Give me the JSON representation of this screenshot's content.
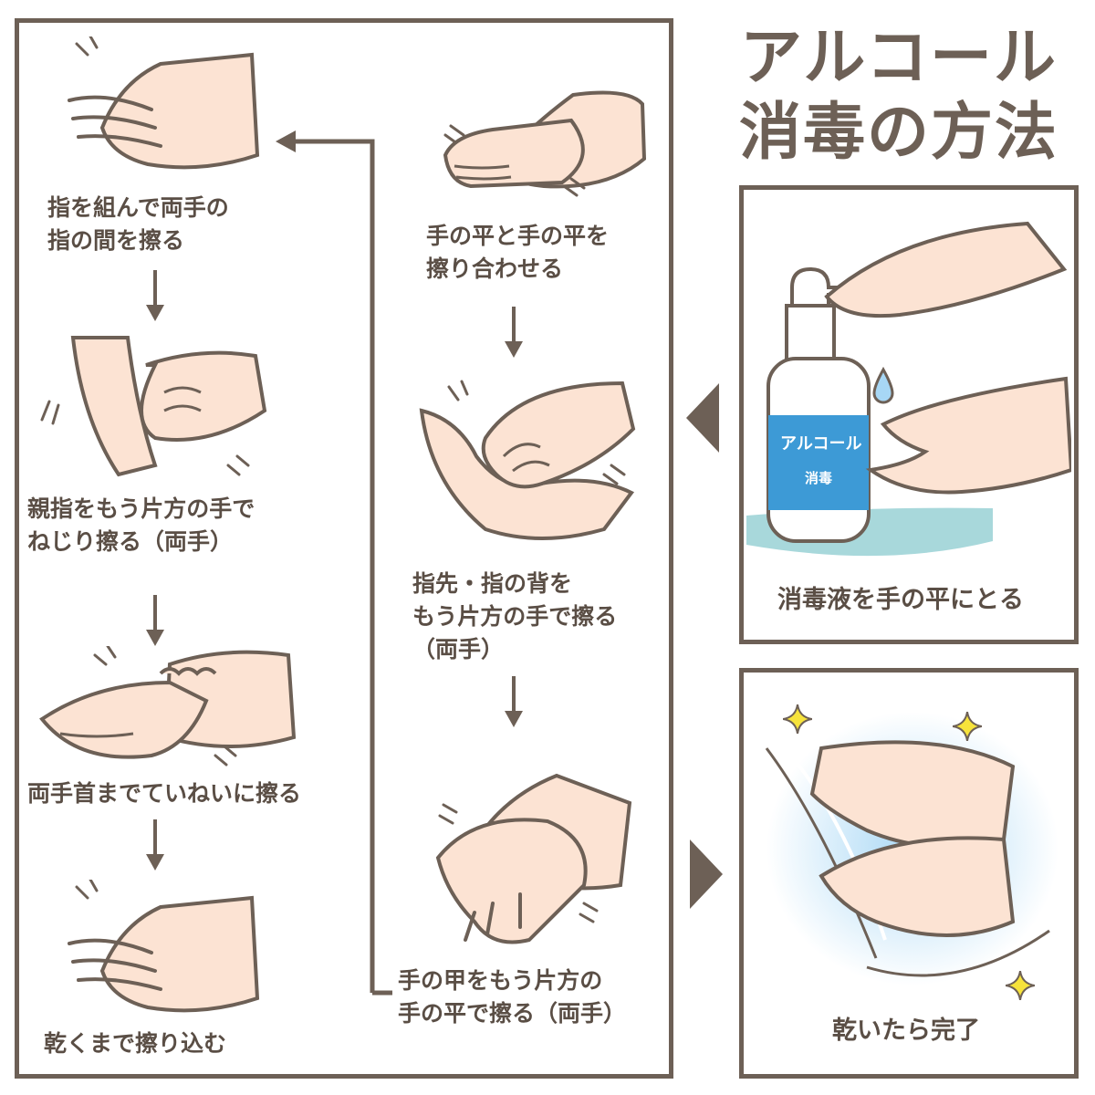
{
  "title": {
    "line1": "アルコール",
    "line2": "消毒の方法"
  },
  "prep": {
    "caption": "消毒液を手の平にとる",
    "bottle_label_line1": "アルコール",
    "bottle_label_line2": "消毒"
  },
  "steps": [
    {
      "id": 1,
      "lines": [
        "手の平と手の平を",
        "擦り合わせる"
      ]
    },
    {
      "id": 2,
      "lines": [
        "指先・指の背を",
        "もう片方の手で擦る",
        "（両手）"
      ]
    },
    {
      "id": 3,
      "lines": [
        "手の甲をもう片方の",
        "手の平で擦る（両手）"
      ]
    },
    {
      "id": 4,
      "lines": [
        "指を組んで両手の",
        "指の間を擦る"
      ]
    },
    {
      "id": 5,
      "lines": [
        "親指をもう片方の手で",
        "ねじり擦る（両手）"
      ]
    },
    {
      "id": 6,
      "lines": [
        "両手首までていねいに擦る"
      ]
    },
    {
      "id": 7,
      "lines": [
        "乾くまで擦り込む"
      ]
    }
  ],
  "done": {
    "caption": "乾いたら完了"
  },
  "colors": {
    "frame": "#6d6056",
    "text": "#5a4e45",
    "skin": "#fce3d3",
    "skin_shadow": "#f6cdb4",
    "bottle_label": "#3d9ad6",
    "counter": "#a8d8db",
    "sparkle": "#f7e33b",
    "glow": "#a7d7f5"
  },
  "icons": [
    "hand-illustration",
    "sanitizer-bottle-icon",
    "sparkle-icon",
    "down-arrow-icon",
    "triangle-left-icon",
    "triangle-right-icon"
  ]
}
